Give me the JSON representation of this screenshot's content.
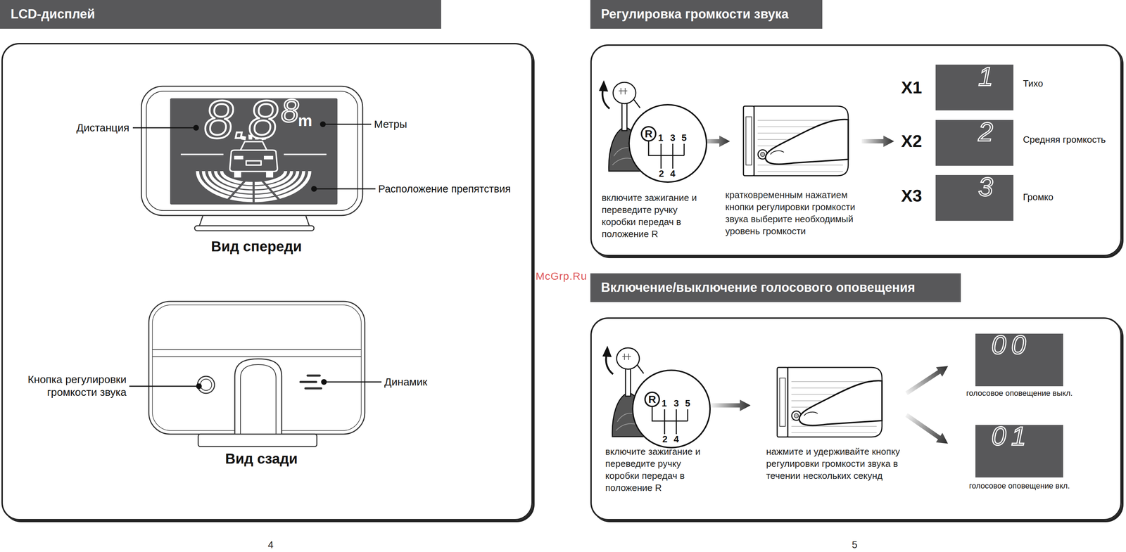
{
  "diagram": {
    "nodes": [
      {
        "text": [
          "LCD-дисплей"
        ]
      },
      {
        "text": [
          "Вид спереди",
          "Вид сзади"
        ]
      },
      {
        "text": [
          "8.8",
          "8",
          "m"
        ],
        "in": 1
      },
      {
        "text": [
          "Регулировка громкости звука"
        ]
      },
      {
        "text": [
          "включите зажигание и переведите ручку коробки передач в положение R",
          "кратковременным нажатием кнопки регулировки громкости звука выберите необходимый уровень громкости"
        ]
      },
      {
        "text": [
          "1",
          "3",
          "5",
          "2",
          "4"
        ],
        "in": 4
      },
      {
        "text": [
          "R"
        ],
        "in": 5
      },
      {
        "text": [
          "1"
        ],
        "in": 4
      },
      {
        "text": [
          "2"
        ],
        "in": 4
      },
      {
        "text": [
          "3"
        ],
        "in": 4
      },
      {
        "text": [
          "Включение/выключение голосового оповещения"
        ]
      },
      {
        "text": [
          "включите зажигание и переведите ручку коробки передач в положение R",
          "нажмите и удерживайте кнопку регулировки громкости звука в течении нескольких секунд"
        ]
      },
      {
        "text": [
          "1",
          "3",
          "5",
          "2",
          "4"
        ],
        "in": 11
      },
      {
        "text": [
          "R"
        ],
        "in": 12
      },
      {
        "text": [
          "00"
        ],
        "in": 11
      },
      {
        "text": [
          "01"
        ],
        "in": 11
      }
    ],
    "labels": [
      "Дистанция",
      "Метры",
      "Расположение препятствия",
      "Кнопка регулировки громкости звука",
      "Динамик",
      "X1",
      "Тихо",
      "X2",
      "Средняя громкость",
      "X3",
      "Громко",
      "McGrp.Ru",
      "голосовое оповещение выкл.",
      "голосовое оповещение вкл.",
      "4",
      "5"
    ]
  }
}
